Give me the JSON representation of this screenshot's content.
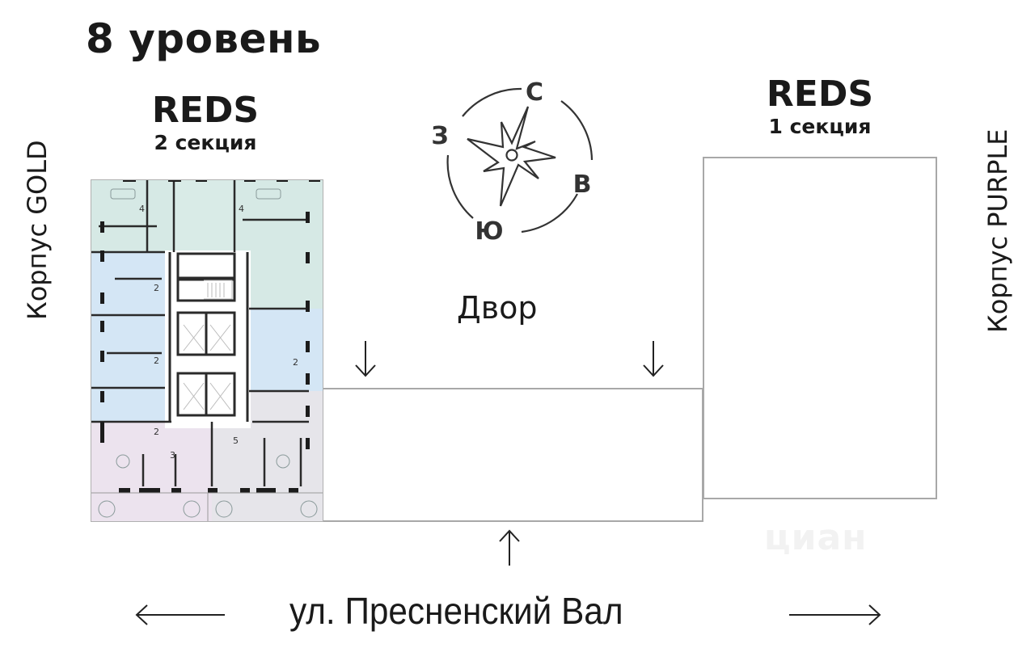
{
  "title": "8 уровень",
  "sections": [
    {
      "name": "REDS",
      "subtitle": "2 секция",
      "position": "left",
      "has_floorplan": true
    },
    {
      "name": "REDS",
      "subtitle": "1 секция",
      "position": "right",
      "has_floorplan": false
    }
  ],
  "buildings": {
    "left": "Корпус GOLD",
    "right": "Корпус PURPLE"
  },
  "compass": {
    "north": "С",
    "east": "В",
    "south": "Ю",
    "west": "З"
  },
  "yard_label": "Двор",
  "street_label": "ул. Пресненский Вал",
  "arrows": {
    "yard_entry_left": "down",
    "yard_entry_right": "down",
    "street_entry": "up",
    "street_left": "left",
    "street_right": "right"
  },
  "apartments": [
    {
      "rooms": "4",
      "zone": "north-west",
      "color": "#d6e9e5"
    },
    {
      "rooms": "4",
      "zone": "north-east",
      "color": "#d6e9e5"
    },
    {
      "rooms": "2",
      "zone": "west-upper",
      "color": "#d4e6f5"
    },
    {
      "rooms": "2",
      "zone": "west-middle",
      "color": "#d4e6f5"
    },
    {
      "rooms": "2",
      "zone": "west-lower",
      "color": "#d4e6f5"
    },
    {
      "rooms": "2",
      "zone": "east-middle",
      "color": "#d4e6f5"
    },
    {
      "rooms": "3",
      "zone": "south-west",
      "color": "#ece3ee"
    },
    {
      "rooms": "5",
      "zone": "south-east",
      "color": "#e6e5ea"
    }
  ],
  "watermark": "циан"
}
